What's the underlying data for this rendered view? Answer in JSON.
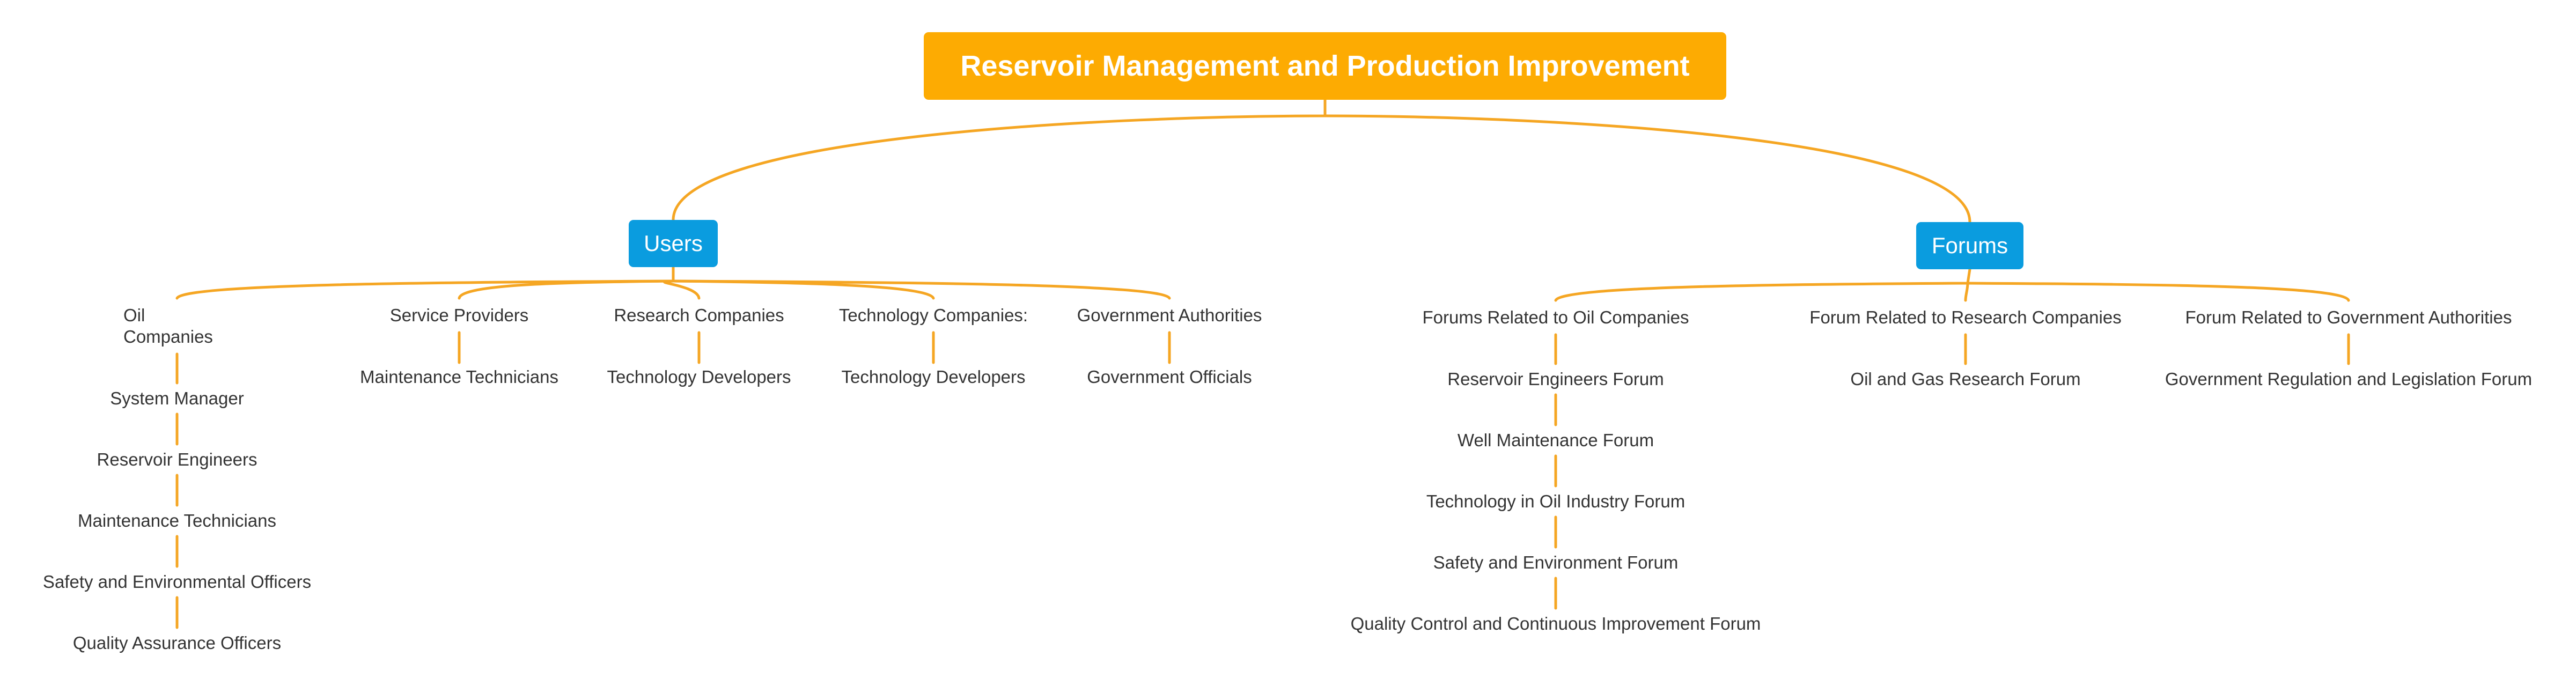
{
  "root": {
    "label": "Reservoir Management and Production Improvement"
  },
  "users": {
    "label": "Users",
    "oil": {
      "label": "Oil Companies",
      "children": [
        "System Manager",
        "Reservoir Engineers",
        "Maintenance Technicians",
        "Safety and Environmental Officers",
        "Quality Assurance Officers"
      ]
    },
    "service": {
      "label": "Service Providers",
      "children": [
        "Maintenance Technicians"
      ]
    },
    "research": {
      "label": "Research Companies",
      "children": [
        "Technology Developers"
      ]
    },
    "technology": {
      "label": "Technology Companies:",
      "children": [
        "Technology Developers"
      ]
    },
    "government": {
      "label": "Government Authorities",
      "children": [
        "Government Officials"
      ]
    }
  },
  "forums": {
    "label": "Forums",
    "oil": {
      "label": "Forums Related to Oil Companies",
      "children": [
        "Reservoir Engineers Forum",
        "Well Maintenance Forum",
        "Technology in Oil Industry Forum",
        "Safety and Environment Forum",
        "Quality Control and Continuous Improvement Forum"
      ]
    },
    "research": {
      "label": "Forum Related to Research Companies",
      "children": [
        "Oil and Gas Research Forum"
      ]
    },
    "government": {
      "label": "Forum Related to Government Authorities",
      "children": [
        "Government Regulation and Legislation Forum"
      ]
    }
  },
  "colors": {
    "root": "#FDAB02",
    "branch": "#0A9CDF",
    "connector": "#F5A623",
    "text": "#333333"
  }
}
